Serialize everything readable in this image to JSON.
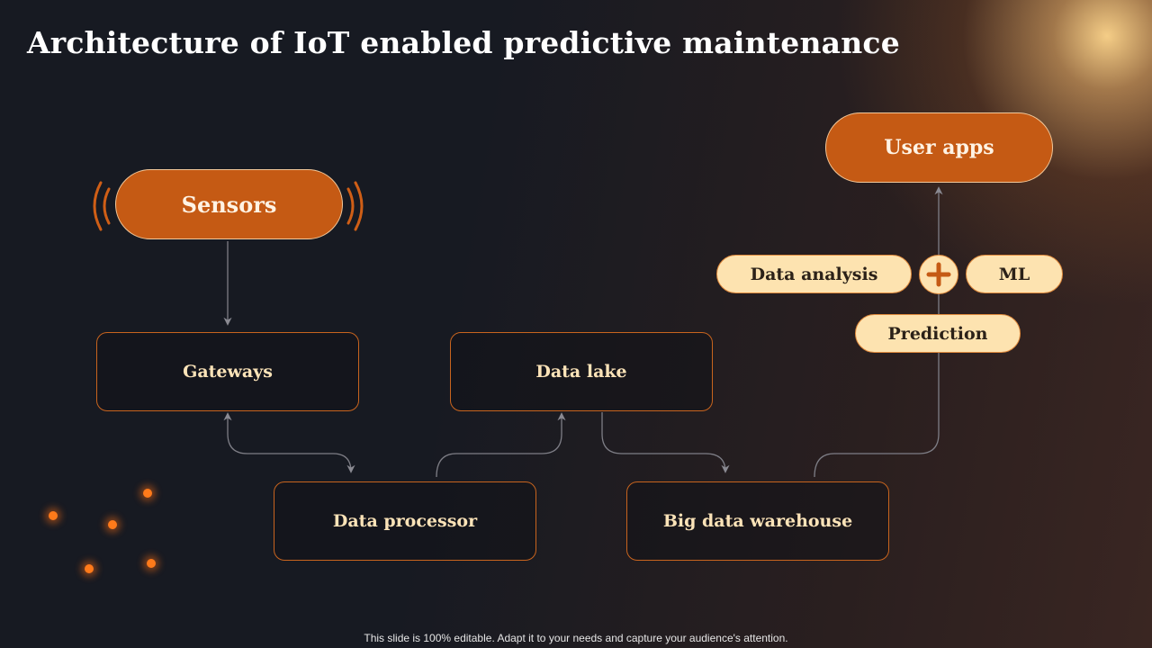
{
  "slide": {
    "title": "Architecture of IoT enabled predictive maintenance",
    "footer": "This slide is 100% editable. Adapt it to your needs and capture your audience's attention."
  },
  "nodes": {
    "sensors": "Sensors",
    "user_apps": "User apps",
    "gateways": "Gateways",
    "data_lake": "Data lake",
    "data_processor": "Data processor",
    "big_data_warehouse": "Big data warehouse",
    "data_analysis": "Data analysis",
    "ml": "ML",
    "prediction": "Prediction"
  },
  "icons": {
    "signal_waves": "signal-waves-icon",
    "plus": "plus-icon"
  },
  "colors": {
    "accent_orange": "#c55a14",
    "chip_fill": "#fde3b0",
    "box_border": "#c8641e",
    "box_text": "#fbe3b8",
    "connector": "#7e7e86"
  }
}
